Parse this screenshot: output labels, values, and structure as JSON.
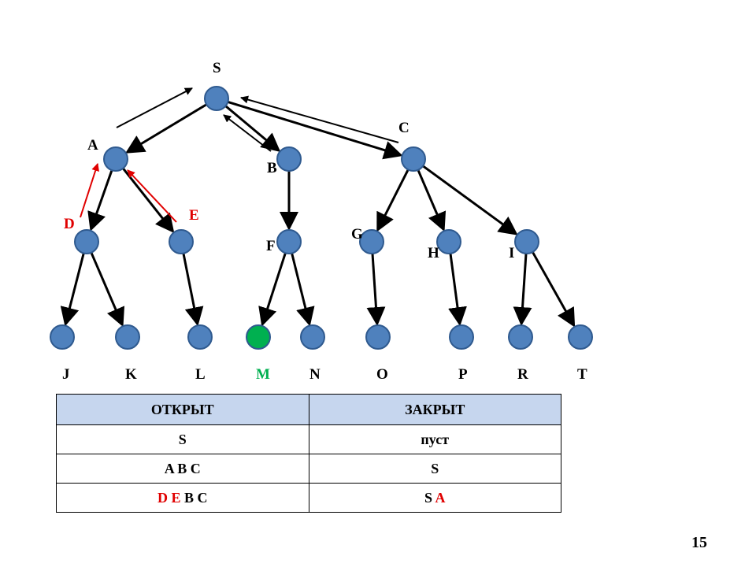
{
  "tree": {
    "labels": {
      "S": "S",
      "A": "A",
      "B": "B",
      "C": "C",
      "D": "D",
      "E": "E",
      "F": "F",
      "G": "G",
      "H": "H",
      "I": "I",
      "J": "J",
      "K": "K",
      "L": "L",
      "M": "M",
      "N": "N",
      "O": "O",
      "P": "P",
      "R": "R",
      "T": "T"
    },
    "edges": [
      [
        "S",
        "A"
      ],
      [
        "S",
        "B"
      ],
      [
        "S",
        "C"
      ],
      [
        "A",
        "D"
      ],
      [
        "A",
        "E"
      ],
      [
        "B",
        "F"
      ],
      [
        "C",
        "G"
      ],
      [
        "C",
        "H"
      ],
      [
        "C",
        "I"
      ],
      [
        "D",
        "J"
      ],
      [
        "D",
        "K"
      ],
      [
        "E",
        "L"
      ],
      [
        "F",
        "M"
      ],
      [
        "F",
        "N"
      ],
      [
        "G",
        "O"
      ],
      [
        "H",
        "P"
      ],
      [
        "I",
        "R"
      ],
      [
        "I",
        "T"
      ]
    ],
    "goal_node": "M",
    "colors": {
      "node": "#4f81bd",
      "goal": "#00b050",
      "highlight": "#e00000",
      "header_bg": "#c6d6ee"
    }
  },
  "table": {
    "headers": [
      "ОТКРЫТ",
      "ЗАКРЫТ"
    ],
    "rows": [
      {
        "open": [
          {
            "t": "S",
            "red": false
          }
        ],
        "closed": [
          {
            "t": "пуст",
            "red": false
          }
        ]
      },
      {
        "open": [
          {
            "t": "A B C",
            "red": false
          }
        ],
        "closed": [
          {
            "t": "S",
            "red": false
          }
        ]
      },
      {
        "open": [
          {
            "t": "D E",
            "red": true
          },
          {
            "t": " B C",
            "red": false
          }
        ],
        "closed": [
          {
            "t": "S ",
            "red": false
          },
          {
            "t": "A",
            "red": true
          }
        ]
      }
    ]
  },
  "page_number": "15"
}
